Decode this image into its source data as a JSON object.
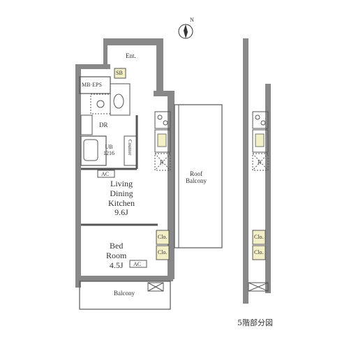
{
  "compass": {
    "label": "N"
  },
  "rooms": {
    "entrance": "Ent.",
    "shoe_box": "SB",
    "mb_eps": "MB·EPS",
    "dressing_room": "DR",
    "unit_bath_line1": "UB",
    "unit_bath_line2": "1216",
    "counter": "Counter",
    "ac_ldk": "AC",
    "ldk_line1": "Living",
    "ldk_line2": "Dining",
    "ldk_line3": "Kitchen",
    "ldk_line4": "9.6J",
    "fridge": "R",
    "roof_balcony_line1": "Roof",
    "roof_balcony_line2": "Balcony",
    "closet_upper": "Clo.",
    "closet_lower": "Clo.",
    "bed_line1": "Bed",
    "bed_line2": "Room",
    "bed_line3": "4.5J",
    "ac_bed": "AC",
    "balcony": "Balcony"
  },
  "partial_plan": {
    "fridge": "R",
    "closet_upper": "Clo.",
    "closet_lower": "Clo.",
    "caption": "5階部分図"
  }
}
